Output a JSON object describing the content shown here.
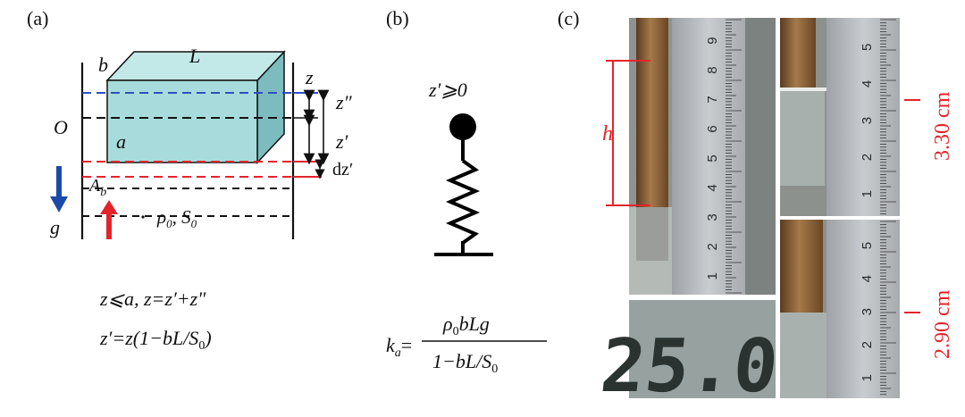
{
  "panels": {
    "a": {
      "label": "(a)",
      "top_label_b": "b",
      "top_label_L": "L",
      "origin": "O",
      "block_label_a": "a",
      "z_label": "z",
      "z_double_prime": "z″",
      "z_prime": "z′",
      "dz_prime": "dz′",
      "A_b": "A",
      "A_b_sub": "b",
      "g_label": "g",
      "rho_S": "ρ",
      "rho_sub": "0",
      "S_label": ", S",
      "S_sub": "0",
      "eq1": "z⩽a, z=z′+z″",
      "eq2_main": "z′=z(1−bL/S",
      "eq2_sub": "0",
      "eq2_tail": ")"
    },
    "b": {
      "label": "(b)",
      "condition": "z′⩾0",
      "k_lhs": "k",
      "k_lhs_sub": "a",
      "k_eq": "=",
      "numerator_rho": "ρ",
      "numerator_sub": "0",
      "numerator_rest": "bLg",
      "denominator_main": "1−bL/S",
      "denominator_sub": "0"
    },
    "c": {
      "label": "(c)",
      "h_label": "h",
      "measure_top": "3.30 cm",
      "measure_bottom": "2.90 cm",
      "thermo_reading": "25.0",
      "ruler_main_numbers": [
        "9",
        "8",
        "7",
        "6",
        "5",
        "4",
        "3",
        "2",
        "1"
      ],
      "ruler_tr_numbers": [
        "5",
        "4",
        "3",
        "2",
        "1"
      ],
      "ruler_br_numbers": [
        "5",
        "4",
        "3",
        "2",
        "1"
      ]
    }
  },
  "colors": {
    "blue_line": "#2f4fbf",
    "red_line": "#e3242b",
    "block_fill": "#a8dcdc",
    "block_side": "#7cbcbe",
    "block_top": "#c3e8e8",
    "arrow_blue": "#1c4aa8",
    "arrow_red": "#e3242b"
  }
}
